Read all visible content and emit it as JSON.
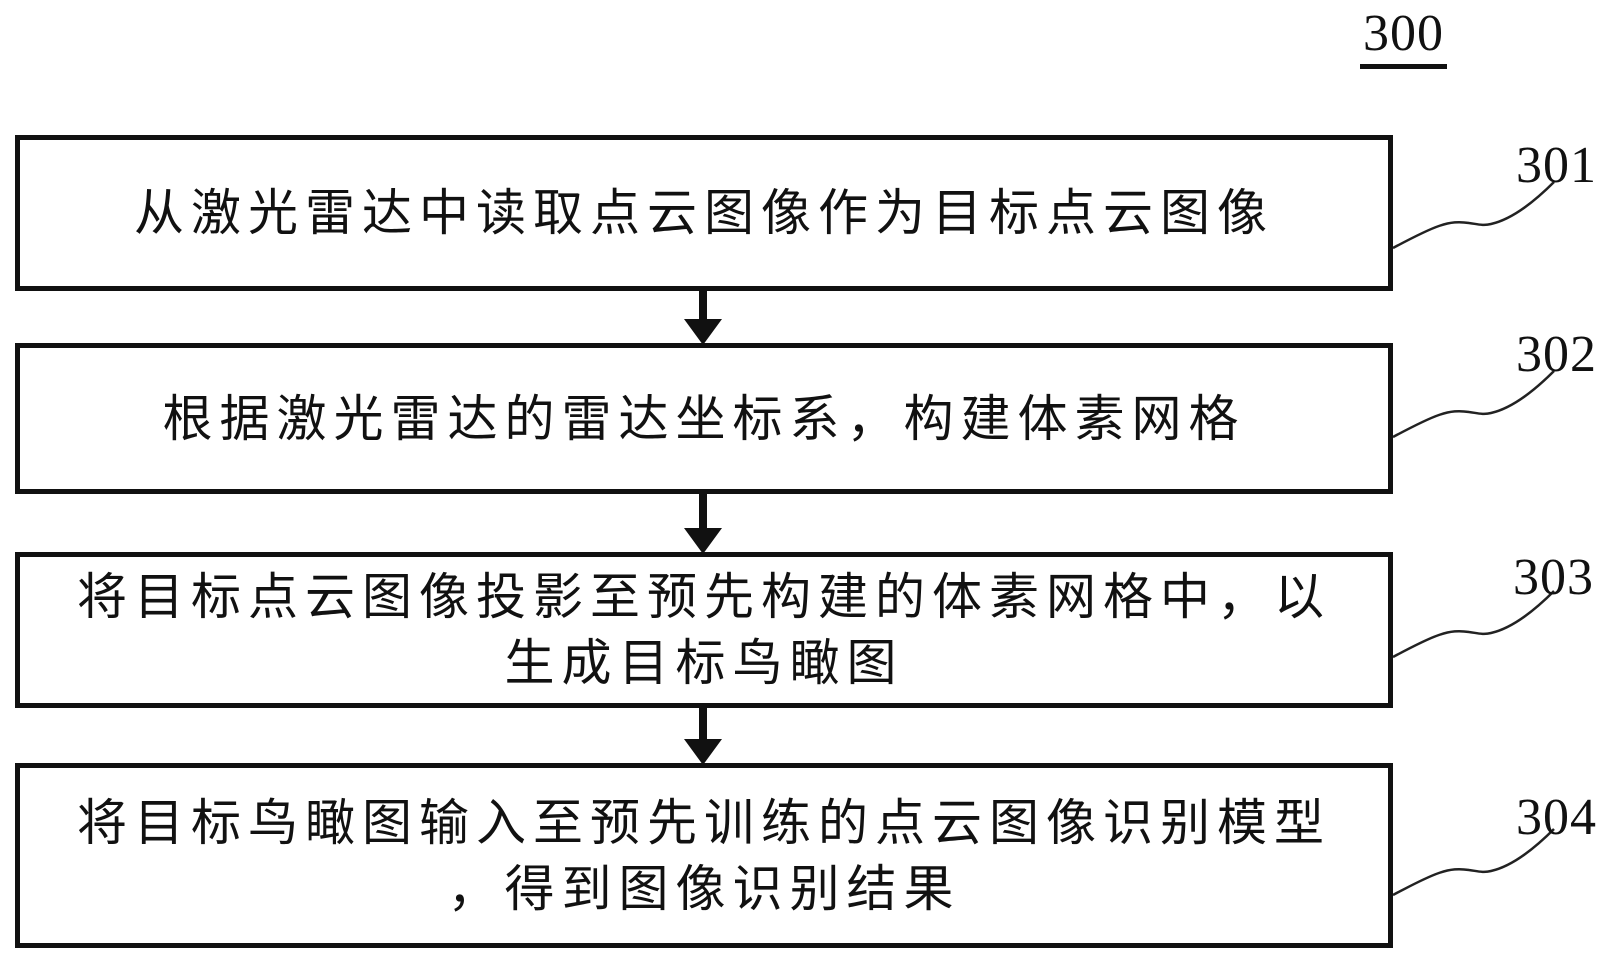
{
  "figure": {
    "label": "300"
  },
  "steps": [
    {
      "ref": "301",
      "lines": [
        "从激光雷达中读取点云图像作为目标点云图像"
      ]
    },
    {
      "ref": "302",
      "lines": [
        "根据激光雷达的雷达坐标系，构建体素网格"
      ]
    },
    {
      "ref": "303",
      "lines": [
        "将目标点云图像投影至预先构建的体素网格中，以",
        "生成目标鸟瞰图"
      ]
    },
    {
      "ref": "304",
      "lines": [
        "将目标鸟瞰图输入至预先训练的点云图像识别模型",
        "，得到图像识别结果"
      ]
    }
  ],
  "colors": {
    "ink": "#111111",
    "background": "#ffffff"
  }
}
